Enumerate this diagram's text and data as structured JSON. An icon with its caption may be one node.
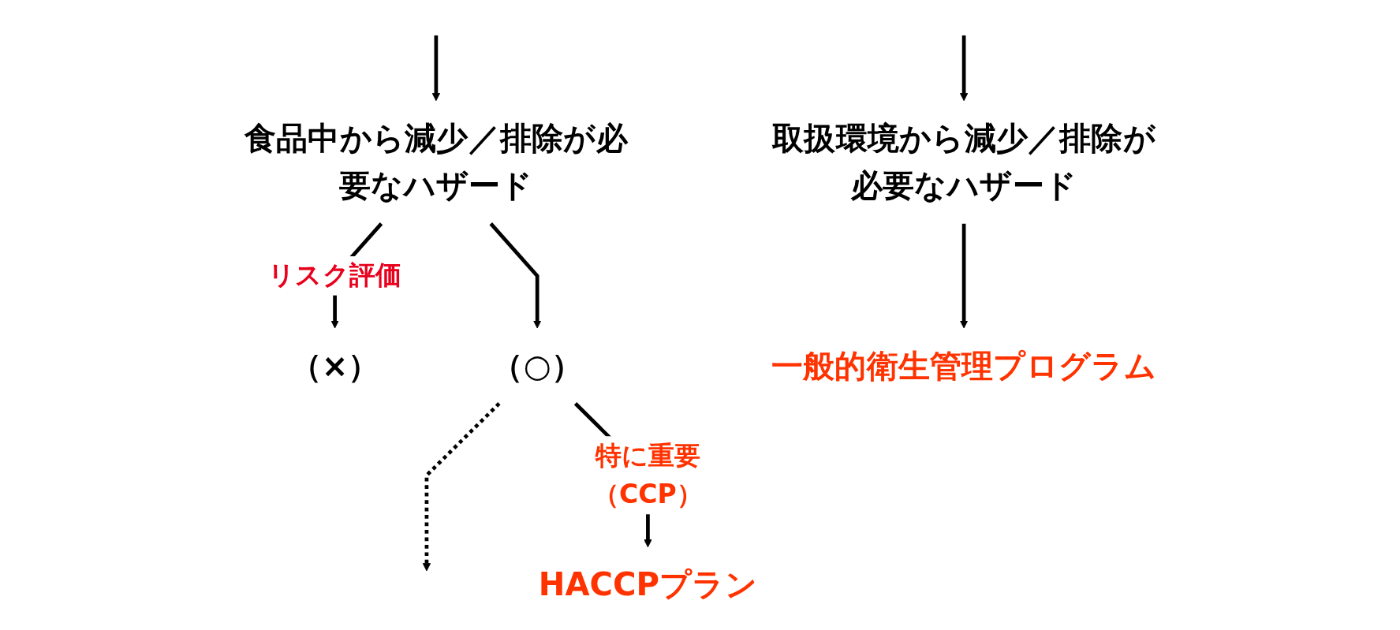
{
  "diagram": {
    "nodes": [
      {
        "text": [
          "取扱環境から減少／排除が必要なハザード"
        ]
      },
      {
        "text": [
          "食品中から減少／排除が必要なハザード"
        ]
      },
      {
        "text": [
          "（×）"
        ]
      },
      {
        "text": [
          "（○）"
        ]
      },
      {
        "text": [
          "一般的衛生管理プログラム"
        ]
      },
      {
        "text": [
          "HACCPプラン"
        ]
      }
    ],
    "edges": [
      {
        "from": null,
        "to": 0,
        "arrow": "to"
      },
      {
        "from": null,
        "to": 1,
        "arrow": "to"
      },
      {
        "from": 0,
        "to": 4,
        "arrow": "to"
      },
      {
        "from": 1,
        "to": 2,
        "arrow": "to",
        "label": "リスク評価"
      },
      {
        "from": 1,
        "to": 3,
        "arrow": "to"
      },
      {
        "from": 3,
        "to": null,
        "arrow": "to",
        "style": "dashed"
      },
      {
        "from": 3,
        "to": 5,
        "arrow": "to",
        "label": "特に重要（CCP）"
      }
    ]
  }
}
